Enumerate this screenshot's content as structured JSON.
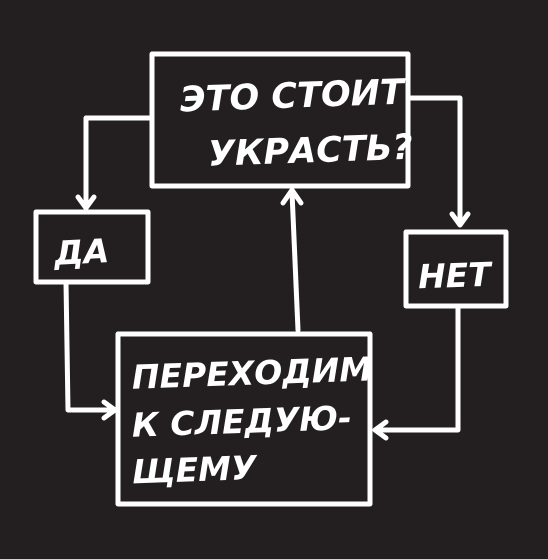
{
  "diagram": {
    "question": {
      "line1": "ЭТО СТОИТ",
      "line2": "УКРАСТЬ?"
    },
    "yes": {
      "label": "ДА"
    },
    "no": {
      "label": "НЕТ"
    },
    "next": {
      "line1": "ПЕРЕХОДИМ",
      "line2": "К СЛЕДУЮ-",
      "line3": "ЩЕМУ"
    }
  },
  "colors": {
    "background": "#231f20",
    "ink": "#ffffff"
  }
}
